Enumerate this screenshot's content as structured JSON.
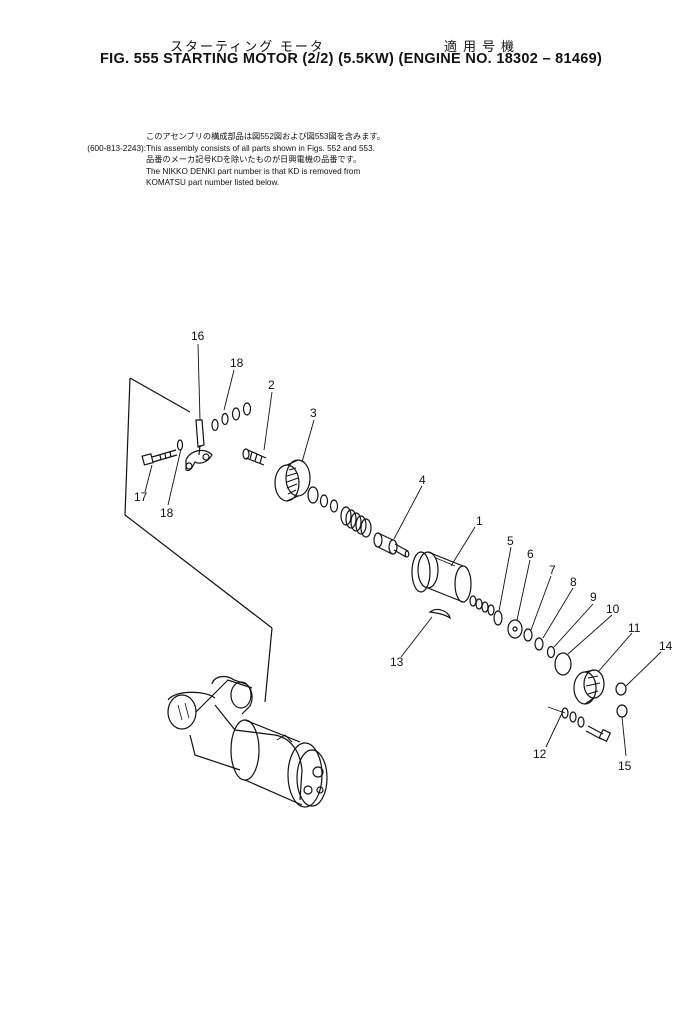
{
  "header": {
    "title_jp": "スターティング モータ",
    "usage_jp": "適用号機",
    "title_en": "FIG. 555  STARTING MOTOR (2/2) (5.5KW) (ENGINE NO. 18302 – 81469)"
  },
  "notes": {
    "line1_jp": "このアセンブリの構成部品は図552図および図553図を含みます。",
    "part_no": "(600-813-2243):",
    "line2_en": "This assembly consists of all parts shown in Figs. 552 and 553.",
    "line3_jp": "品番のメーカ記号KDを除いたものが日興電機の品番です。",
    "line4_en": "The NIKKO DENKI part number is that KD is removed from",
    "line5_en": "KOMATSU part number listed below."
  },
  "callouts": {
    "c1": "1",
    "c2": "2",
    "c3": "3",
    "c4": "4",
    "c5": "5",
    "c6": "6",
    "c7": "7",
    "c8": "8",
    "c9": "9",
    "c10": "10",
    "c11": "11",
    "c12": "12",
    "c13": "13",
    "c14": "14",
    "c15": "15",
    "c16": "16",
    "c17": "17",
    "c18a": "18",
    "c18b": "18"
  }
}
